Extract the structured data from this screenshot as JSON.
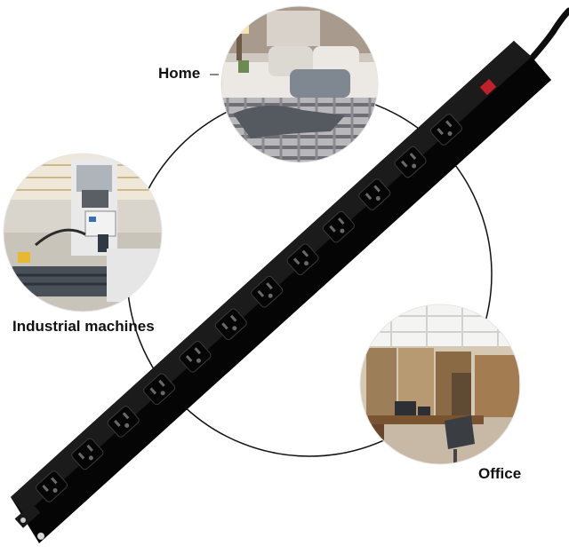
{
  "captions": {
    "home": "Home",
    "industrial": "Industrial machines",
    "office": "Office"
  },
  "colors": {
    "background": "#ffffff",
    "strip_body": "#141414",
    "outlet": "#050505",
    "switch": "#c0202a",
    "connector_line": "#111111"
  },
  "product": {
    "outlet_count": 12,
    "icon": "power-strip"
  },
  "scenes": [
    "bedroom-photo",
    "industrial-machine-photo",
    "office-photo"
  ]
}
